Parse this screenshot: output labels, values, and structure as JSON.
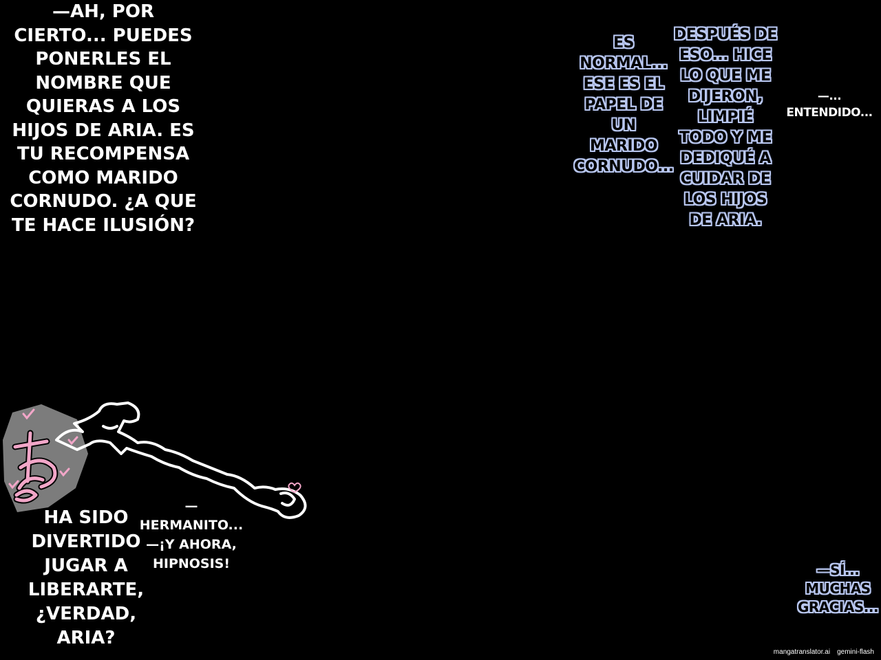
{
  "bubbles": {
    "top_left": [
      "—Ah, por",
      "cierto... Puedes",
      "ponerles el",
      "nombre que",
      "quieras a los",
      "hijos de Aria. Es",
      "tu recompensa",
      "como marido",
      "cornudo. ¿A que",
      "te hace ilusión?"
    ],
    "es_normal": [
      "Es",
      "normal...",
      "Ese es el",
      "papel de",
      "un",
      "marido",
      "cornudo..."
    ],
    "despues": [
      "Después de",
      "eso... Hice",
      "lo que me",
      "dijeron,",
      "limpié",
      "todo y me",
      "dediqué a",
      "cuidar de",
      "los hijos",
      "de Aria."
    ],
    "entendido": [
      "—...",
      "Entendido..."
    ],
    "si_muchas": [
      "—Sí...",
      "muchas",
      "gracias..."
    ],
    "ha_sido": [
      "Ha sido",
      "divertido",
      "jugar a",
      "liberarte,",
      "¿verdad,",
      "Aria?"
    ],
    "hermanito": [
      "—",
      "Hermanito...",
      "—¡Y ahora,",
      "hipnosis!"
    ]
  },
  "credits": {
    "site": "mangatranslator.ai",
    "model": "gemini-flash"
  },
  "colors": {
    "background": "#000000",
    "outline_blue": "#b9c7f0",
    "pink": "#f2a6c8",
    "gray": "#8a8a8a"
  }
}
